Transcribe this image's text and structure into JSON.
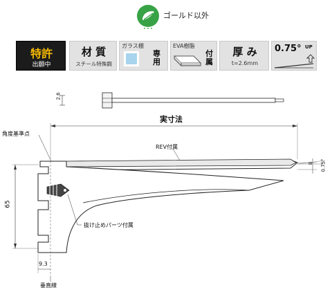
{
  "header": {
    "logo_caption": "ゴールド以外"
  },
  "tiles": {
    "tokkyo": {
      "main": "特許",
      "sub": "出願中"
    },
    "material": {
      "main": "材 質",
      "sub": "スチール特殊鋼"
    },
    "glass": {
      "top": "ガラス棚",
      "side": "専用"
    },
    "eva": {
      "top": "EVA樹脂",
      "side": "付属"
    },
    "thickness": {
      "main": "厚 み",
      "sub": "t=2.6mm"
    },
    "angle": {
      "main": "0.75°",
      "sup": "UP"
    }
  },
  "drawing": {
    "dims": {
      "top_thickness": "2.6",
      "actual_size": "実寸法",
      "height": "65",
      "offset": "9.3",
      "right_small": "8",
      "angle": "0.75°"
    },
    "labels": {
      "angle_ref": "角度基準点",
      "rev": "REV付属",
      "stopper": "抜け止めパーツ付属",
      "vertical": "垂直線"
    }
  },
  "colors": {
    "logo_green": "#37a346",
    "tile_bg": "#e2e2e2",
    "tile_dark": "#1b1b1b"
  }
}
